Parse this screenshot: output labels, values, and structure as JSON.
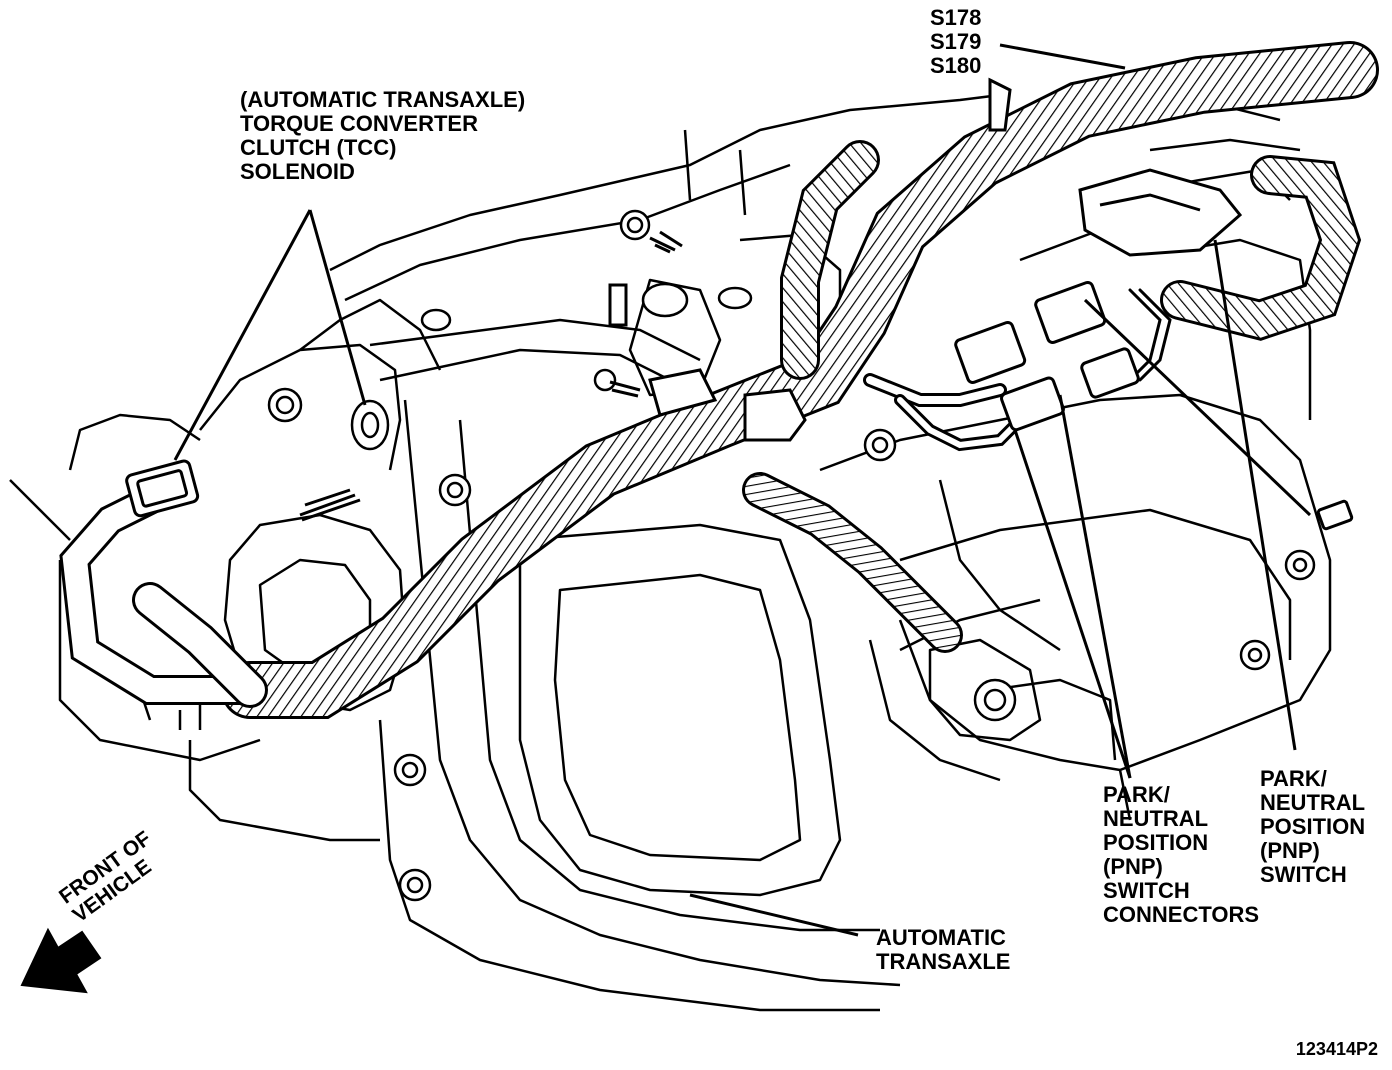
{
  "labels": {
    "splices": [
      "S178",
      "S179",
      "S180"
    ],
    "tcc_solenoid": [
      "(AUTOMATIC TRANSAXLE)",
      "TORQUE CONVERTER",
      "CLUTCH (TCC)",
      "SOLENOID"
    ],
    "pnp_connectors": [
      "PARK/",
      "NEUTRAL",
      "POSITION",
      "(PNP)",
      "SWITCH",
      "CONNECTORS"
    ],
    "pnp_switch": [
      "PARK/",
      "NEUTRAL",
      "POSITION",
      "(PNP)",
      "SWITCH"
    ],
    "automatic_transaxle": [
      "AUTOMATIC",
      "TRANSAXLE"
    ],
    "front_of_vehicle": [
      "FRONT OF",
      "VEHICLE"
    ],
    "figure_id": "123414P2"
  },
  "colors": {
    "ink": "#000000",
    "paper": "#ffffff"
  }
}
